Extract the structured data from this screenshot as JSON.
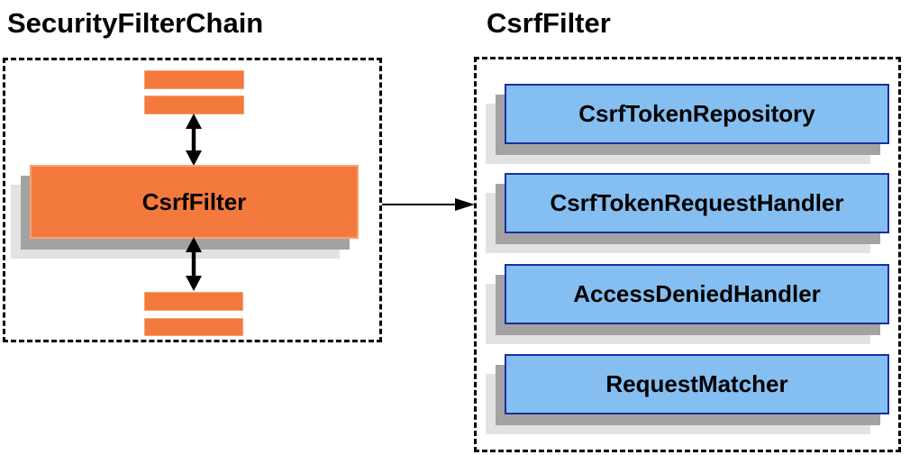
{
  "left_panel": {
    "title": "SecurityFilterChain",
    "filter_box_label": "CsrfFilter"
  },
  "right_panel": {
    "title": "CsrfFilter",
    "components": [
      {
        "label": "CsrfTokenRepository"
      },
      {
        "label": "CsrfTokenRequestHandler"
      },
      {
        "label": "AccessDeniedHandler"
      },
      {
        "label": "RequestMatcher"
      }
    ]
  },
  "colors": {
    "orange_fill": "#f4793d",
    "orange_border": "#f9a171",
    "blue_fill": "#85bef0",
    "blue_border": "#1a2f9e",
    "shadow_dark": "#a3a3a3",
    "shadow_light": "#e2e2e2",
    "dashed_border": "#000000",
    "arrow": "#000000"
  }
}
